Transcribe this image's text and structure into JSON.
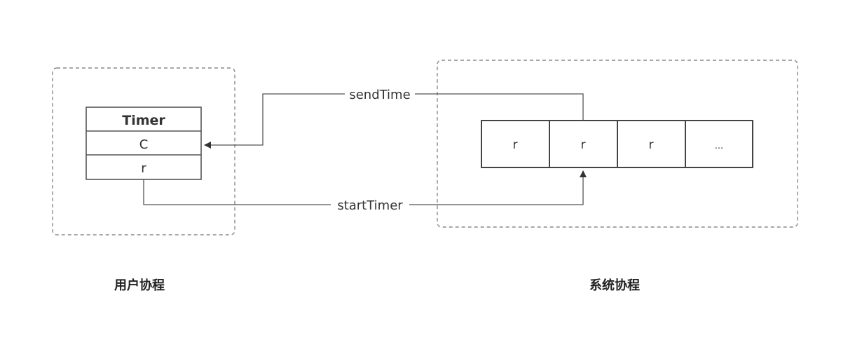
{
  "user_coroutine": {
    "caption": "用户协程",
    "timer": {
      "title": "Timer",
      "fields": [
        "C",
        "r"
      ]
    }
  },
  "system_coroutine": {
    "caption": "系统协程",
    "slots": [
      "r",
      "r",
      "r",
      "..."
    ]
  },
  "arrows": {
    "send": "sendTime",
    "start": "startTimer"
  }
}
